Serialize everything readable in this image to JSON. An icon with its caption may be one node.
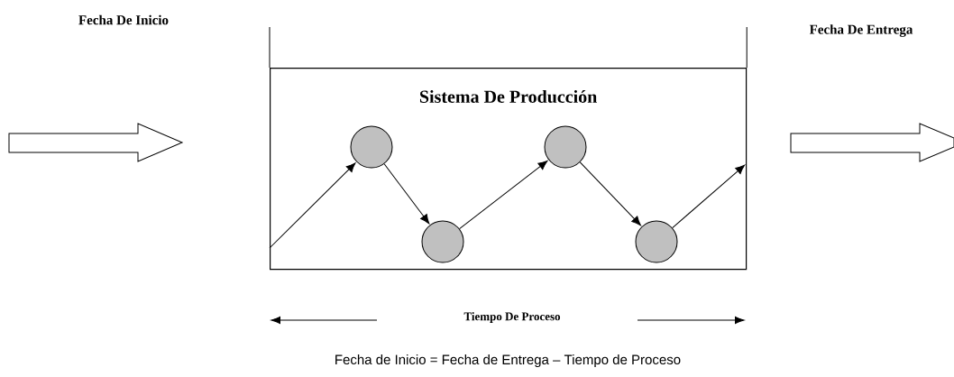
{
  "diagram": {
    "nodes": [
      {
        "text": [
          "Sistema  De Producción"
        ]
      },
      {
        "text": [],
        "shape": "circle",
        "in": 0
      },
      {
        "text": [],
        "shape": "circle",
        "in": 0
      },
      {
        "text": [],
        "shape": "circle",
        "in": 0
      },
      {
        "text": [],
        "shape": "circle",
        "in": 0
      }
    ],
    "edges": [
      {
        "from": null,
        "to": 1,
        "arrow": "to"
      },
      {
        "from": 1,
        "to": 2,
        "arrow": "to"
      },
      {
        "from": 2,
        "to": 3,
        "arrow": "to"
      },
      {
        "from": 3,
        "to": 4,
        "arrow": "to"
      },
      {
        "from": 4,
        "to": null,
        "arrow": "to"
      }
    ],
    "labels": [
      "Fecha De Inicio",
      "Fecha De Entrega",
      "Tiempo De Proceso",
      "Fecha de Inicio = Fecha de Entrega – Tiempo de Proceso"
    ]
  }
}
